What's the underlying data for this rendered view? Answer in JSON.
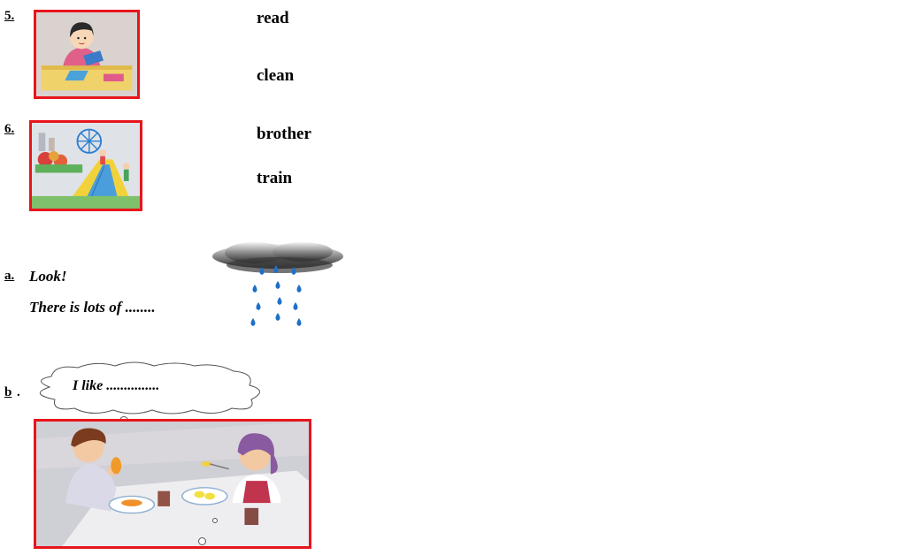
{
  "items": [
    {
      "number": "5.",
      "words": [
        "read",
        "clean"
      ]
    },
    {
      "number": "6.",
      "words": [
        "brother",
        "train"
      ]
    }
  ],
  "part_a": {
    "label": "a.",
    "line1": "Look!",
    "line2": "There is lots of ........"
  },
  "part_b": {
    "label": "b",
    "label_suffix": ".",
    "bubble_text": "I like ..............."
  },
  "colors": {
    "frame": "#e8141c",
    "raindrop": "#1e6fc8"
  },
  "icons": [
    "girl-reading-picture",
    "playground-picture",
    "rain-cloud-icon",
    "kids-eating-picture"
  ]
}
